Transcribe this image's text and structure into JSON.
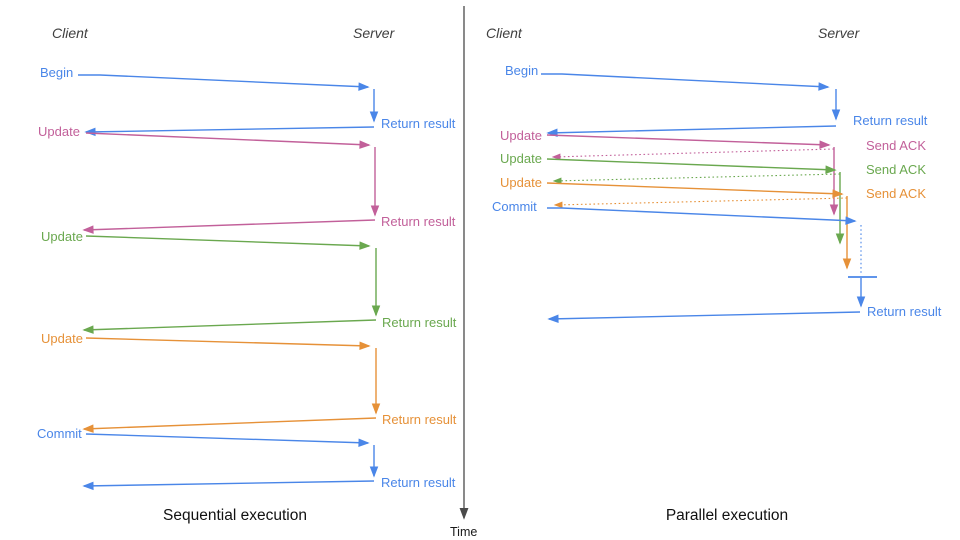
{
  "palette": {
    "blue": "#4a86e8",
    "pink": "#c2609a",
    "green": "#6aa84f",
    "orange": "#e69138",
    "axis_gray": "#4a4a4a",
    "heading_gray": "#3f3f3f",
    "title_black": "#111111"
  },
  "time_axis_label": "Time",
  "panels": {
    "sequential": {
      "title": "Sequential execution",
      "client": "Client",
      "server": "Server",
      "messages": [
        {
          "label": "Begin",
          "result": "Return result",
          "color": "#4a86e8"
        },
        {
          "label": "Update",
          "result": "Return result",
          "color": "#c2609a"
        },
        {
          "label": "Update",
          "result": "Return result",
          "color": "#6aa84f"
        },
        {
          "label": "Update",
          "result": "Return result",
          "color": "#e69138"
        },
        {
          "label": "Commit",
          "result": "Return result",
          "color": "#4a86e8"
        }
      ]
    },
    "parallel": {
      "title": "Parallel execution",
      "client": "Client",
      "server": "Server",
      "messages": [
        {
          "label": "Begin",
          "result": "Return result",
          "color": "#4a86e8"
        },
        {
          "label": "Update",
          "result": "Send ACK",
          "color": "#c2609a"
        },
        {
          "label": "Update",
          "result": "Send ACK",
          "color": "#6aa84f"
        },
        {
          "label": "Update",
          "result": "Send ACK",
          "color": "#e69138"
        },
        {
          "label": "Commit",
          "result": "Return result",
          "color": "#4a86e8"
        }
      ]
    }
  }
}
